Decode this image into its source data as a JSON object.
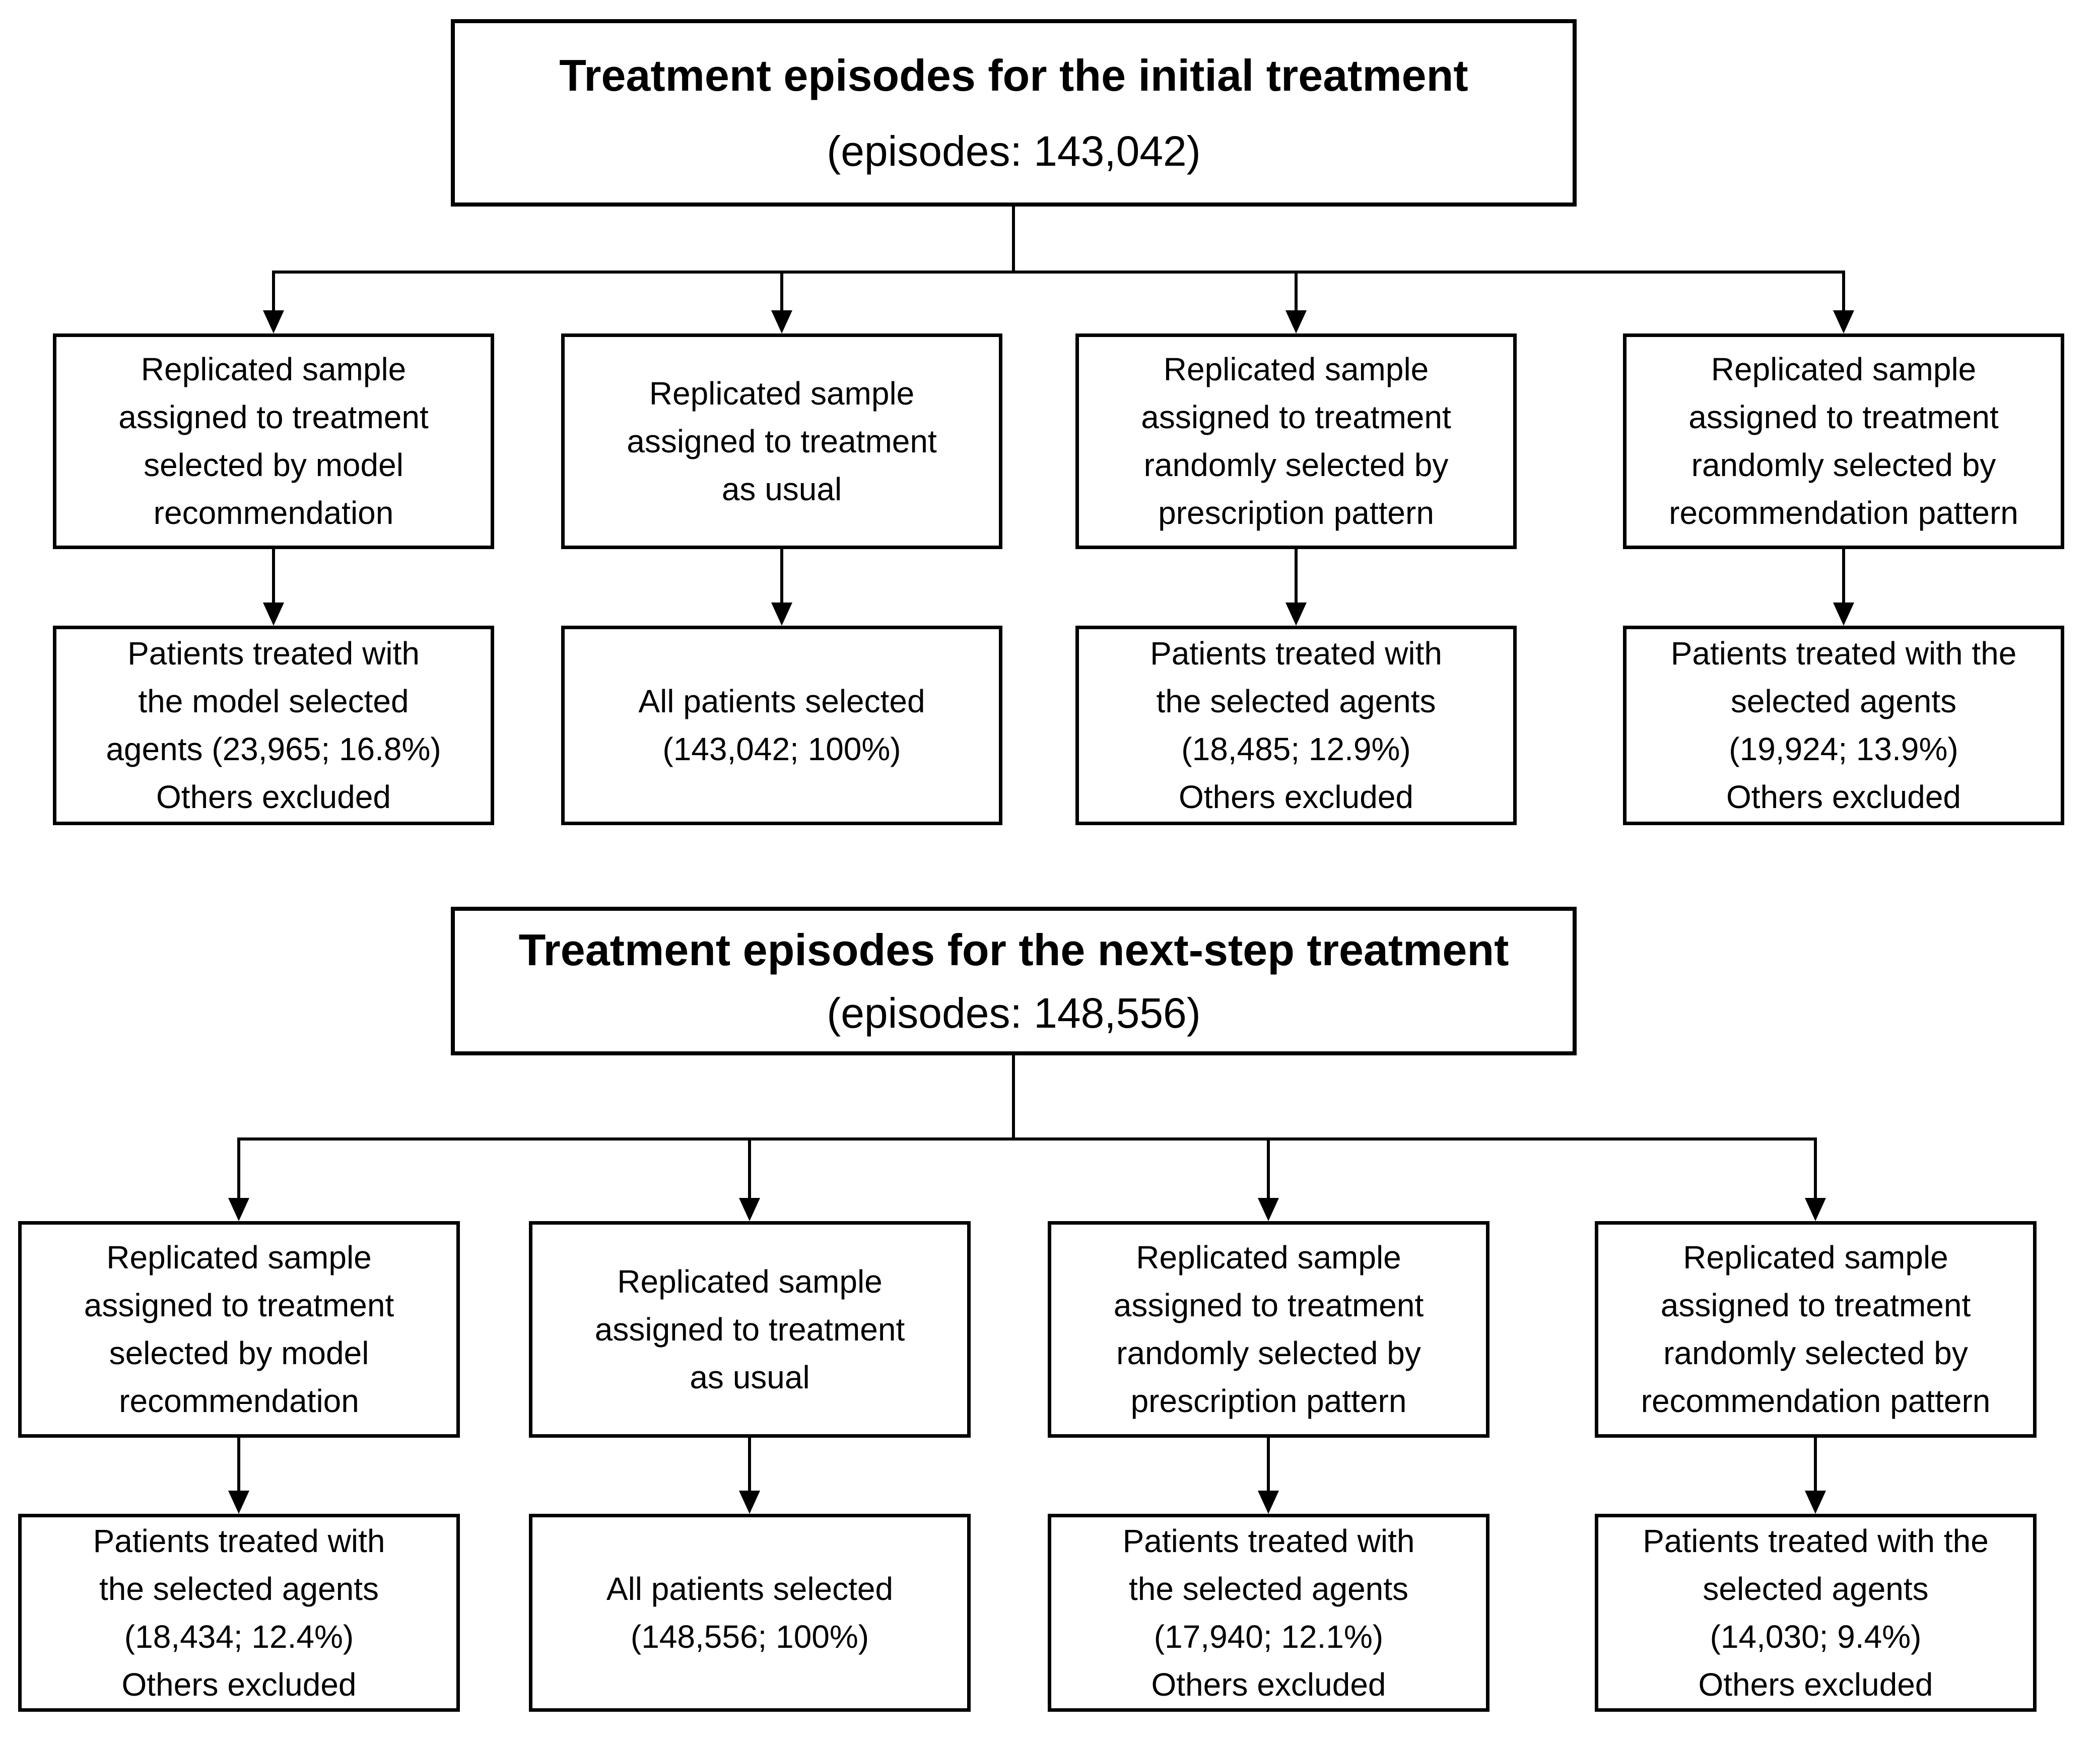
{
  "diagram": {
    "background_color": "#ffffff",
    "line_color": "#000000",
    "sections": [
      {
        "id": "initial-treatment",
        "header": {
          "title": "Treatment episodes for the initial treatment",
          "subtitle": "(episodes: 143,042)"
        },
        "branches": [
          {
            "assignment": "Replicated sample\nassigned to treatment\nselected by model\nrecommendation",
            "outcome": "Patients treated with\nthe model selected\nagents (23,965; 16.8%)\nOthers excluded"
          },
          {
            "assignment": "Replicated sample\nassigned to treatment\nas usual",
            "outcome": "All patients selected\n(143,042; 100%)"
          },
          {
            "assignment": "Replicated sample\nassigned to treatment\nrandomly selected by\nprescription pattern",
            "outcome": "Patients treated with\nthe selected agents\n(18,485; 12.9%)\nOthers excluded"
          },
          {
            "assignment": "Replicated sample\nassigned to treatment\nrandomly selected by\nrecommendation pattern",
            "outcome": "Patients treated with the\nselected agents\n(19,924; 13.9%)\nOthers excluded"
          }
        ]
      },
      {
        "id": "next-step-treatment",
        "header": {
          "title": "Treatment episodes for the next-step treatment",
          "subtitle": "(episodes: 148,556)"
        },
        "branches": [
          {
            "assignment": "Replicated sample\nassigned to treatment\nselected by model\nrecommendation",
            "outcome": "Patients treated with\nthe selected agents\n(18,434; 12.4%)\nOthers excluded"
          },
          {
            "assignment": "Replicated sample\nassigned to treatment\nas usual",
            "outcome": "All patients selected\n(148,556; 100%)"
          },
          {
            "assignment": "Replicated sample\nassigned to treatment\nrandomly selected by\nprescription pattern",
            "outcome": "Patients treated with\nthe selected agents\n(17,940; 12.1%)\nOthers excluded"
          },
          {
            "assignment": "Replicated sample\nassigned to treatment\nrandomly selected by\nrecommendation pattern",
            "outcome": "Patients treated with the\nselected agents\n(14,030; 9.4%)\nOthers excluded"
          }
        ]
      }
    ]
  }
}
